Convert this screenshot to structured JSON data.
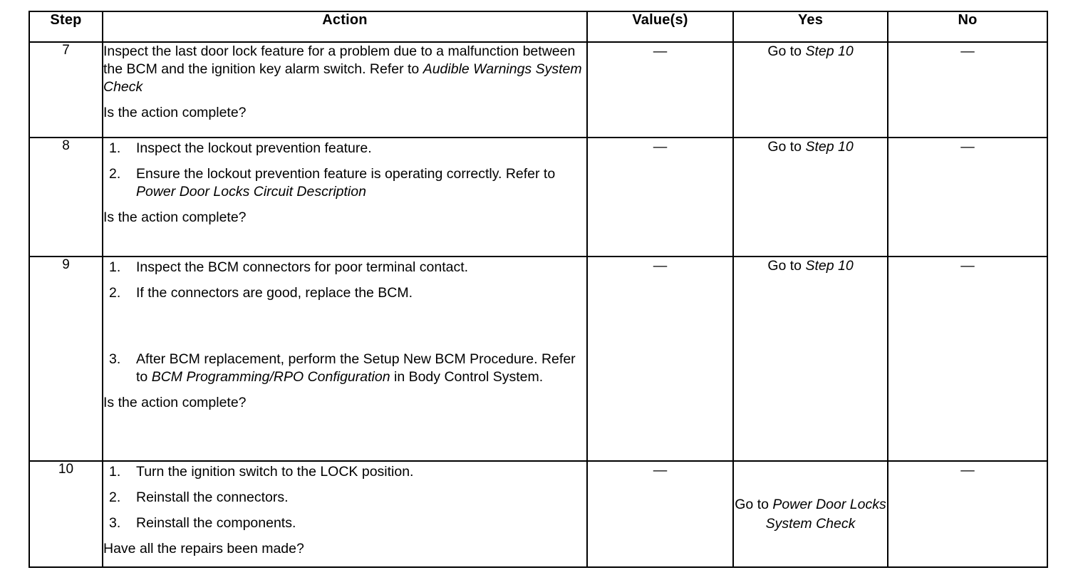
{
  "document": {
    "type": "diagnostic-procedure-table",
    "title": "Diagnostic Step Table"
  },
  "table": {
    "columns": [
      {
        "key": "step",
        "label": "Step"
      },
      {
        "key": "action",
        "label": "Action"
      },
      {
        "key": "value",
        "label": "Value(s)"
      },
      {
        "key": "yes",
        "label": "Yes"
      },
      {
        "key": "no",
        "label": "No"
      }
    ],
    "dash": "—",
    "rows": [
      {
        "step": "7",
        "action": {
          "intro_lead": "Inspect the last door lock feature for a problem due to a malfunction between the BCM and the ignition key alarm switch. Refer to ",
          "intro_italic": "Audible Warnings System Check",
          "question": "Is the action complete?"
        },
        "value": "—",
        "yes": {
          "prefix": "Go to ",
          "italic": "Step 10"
        },
        "no": "—"
      },
      {
        "step": "8",
        "action": {
          "items": [
            {
              "num": "1.",
              "text": "Inspect the lockout prevention feature."
            },
            {
              "num": "2.",
              "text_before": "Ensure the lockout prevention feature is operating correctly. Refer to ",
              "italic": "Power Door Locks Circuit Description"
            }
          ],
          "question": "Is the action complete?"
        },
        "value": "—",
        "yes": {
          "prefix": "Go to ",
          "italic": "Step 10"
        },
        "no": "—"
      },
      {
        "step": "9",
        "action": {
          "items": [
            {
              "num": "1.",
              "text": "Inspect the BCM connectors for poor terminal contact."
            },
            {
              "num": "2.",
              "text": "If the connectors are good, replace the BCM."
            },
            {
              "num": "3.",
              "text_before": "After BCM replacement, perform the Setup New BCM Procedure. Refer to ",
              "italic": "BCM Programming/RPO Configuration",
              "text_after": " in Body Control System."
            }
          ],
          "question": "Is the action complete?"
        },
        "value": "—",
        "yes": {
          "prefix": "Go to ",
          "italic": "Step 10"
        },
        "no": "—"
      },
      {
        "step": "10",
        "action": {
          "items": [
            {
              "num": "1.",
              "text": "Turn the ignition switch to the LOCK position."
            },
            {
              "num": "2.",
              "text": "Reinstall the connectors."
            },
            {
              "num": "3.",
              "text": "Reinstall the components."
            }
          ],
          "question": "Have all the repairs been made?"
        },
        "value": "—",
        "yes": {
          "prefix": "Go to ",
          "italic": "Power Door Locks System Check"
        },
        "no": "—"
      }
    ]
  },
  "colors": {
    "text": "#000000",
    "rule": "#000000",
    "background": "#ffffff"
  }
}
